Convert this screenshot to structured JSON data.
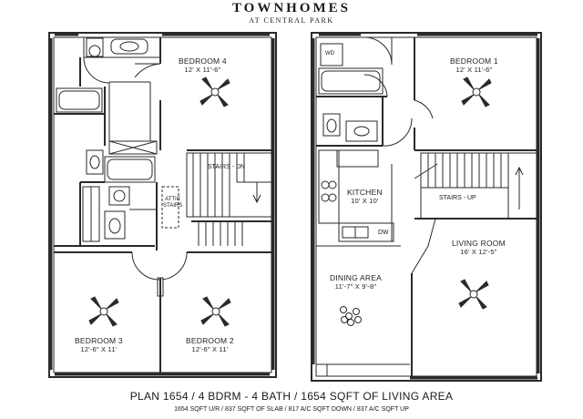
{
  "header": {
    "title": "TOWNHOMES",
    "subtitle": "AT CENTRAL PARK"
  },
  "rooms": {
    "bedroom4": {
      "name": "BEDROOM 4",
      "dims": "12' X 11'-6\""
    },
    "bedroom3": {
      "name": "BEDROOM 3",
      "dims": "12'-6\" X 11'"
    },
    "bedroom2": {
      "name": "BEDROOM 2",
      "dims": "12'-6\" X 11'"
    },
    "bedroom1": {
      "name": "BEDROOM 1",
      "dims": "12' X 11'-6\""
    },
    "kitchen": {
      "name": "KITCHEN",
      "dims": "10' X 10'"
    },
    "living": {
      "name": "LIVING ROOM",
      "dims": "16' X 12'-5\""
    },
    "dining": {
      "name": "DINING AREA",
      "dims": "11'-7\" X 9'-8\""
    }
  },
  "labels": {
    "stairs_down": "STAIRS - DN",
    "stairs_up": "STAIRS - UP",
    "attic_line1": "ATTIC",
    "attic_line2": "STAIRS",
    "washer": "WD",
    "dishwasher": "DW"
  },
  "footer": {
    "main": "PLAN 1654  /  4 BDRM - 4 BATH  /  1654 SQFT OF LIVING AREA",
    "detail": "1654 SQFT U/R  /  837 SQFT OF SLAB  /  817 A/C SQFT DOWN  /  837 A/C SQFT UP"
  }
}
